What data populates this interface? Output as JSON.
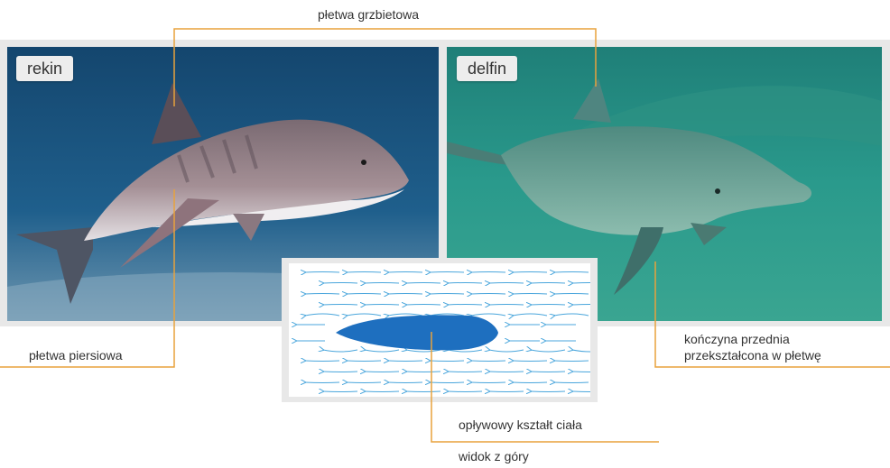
{
  "labels": {
    "dorsal_fin": "płetwa grzbietowa",
    "shark": "rekin",
    "dolphin": "delfin",
    "pectoral_fin": "płetwa piersiowa",
    "forelimb_line1": "kończyna przednia",
    "forelimb_line2": "przekształcona w płetwę",
    "streamlined": "opływowy kształt ciała",
    "top_view": "widok z góry"
  },
  "colors": {
    "leader_line": "#e8a23c",
    "flow_arrow": "#4aa6dc",
    "body_shape": "#1e6fbf",
    "frame": "#e8e8e8"
  }
}
